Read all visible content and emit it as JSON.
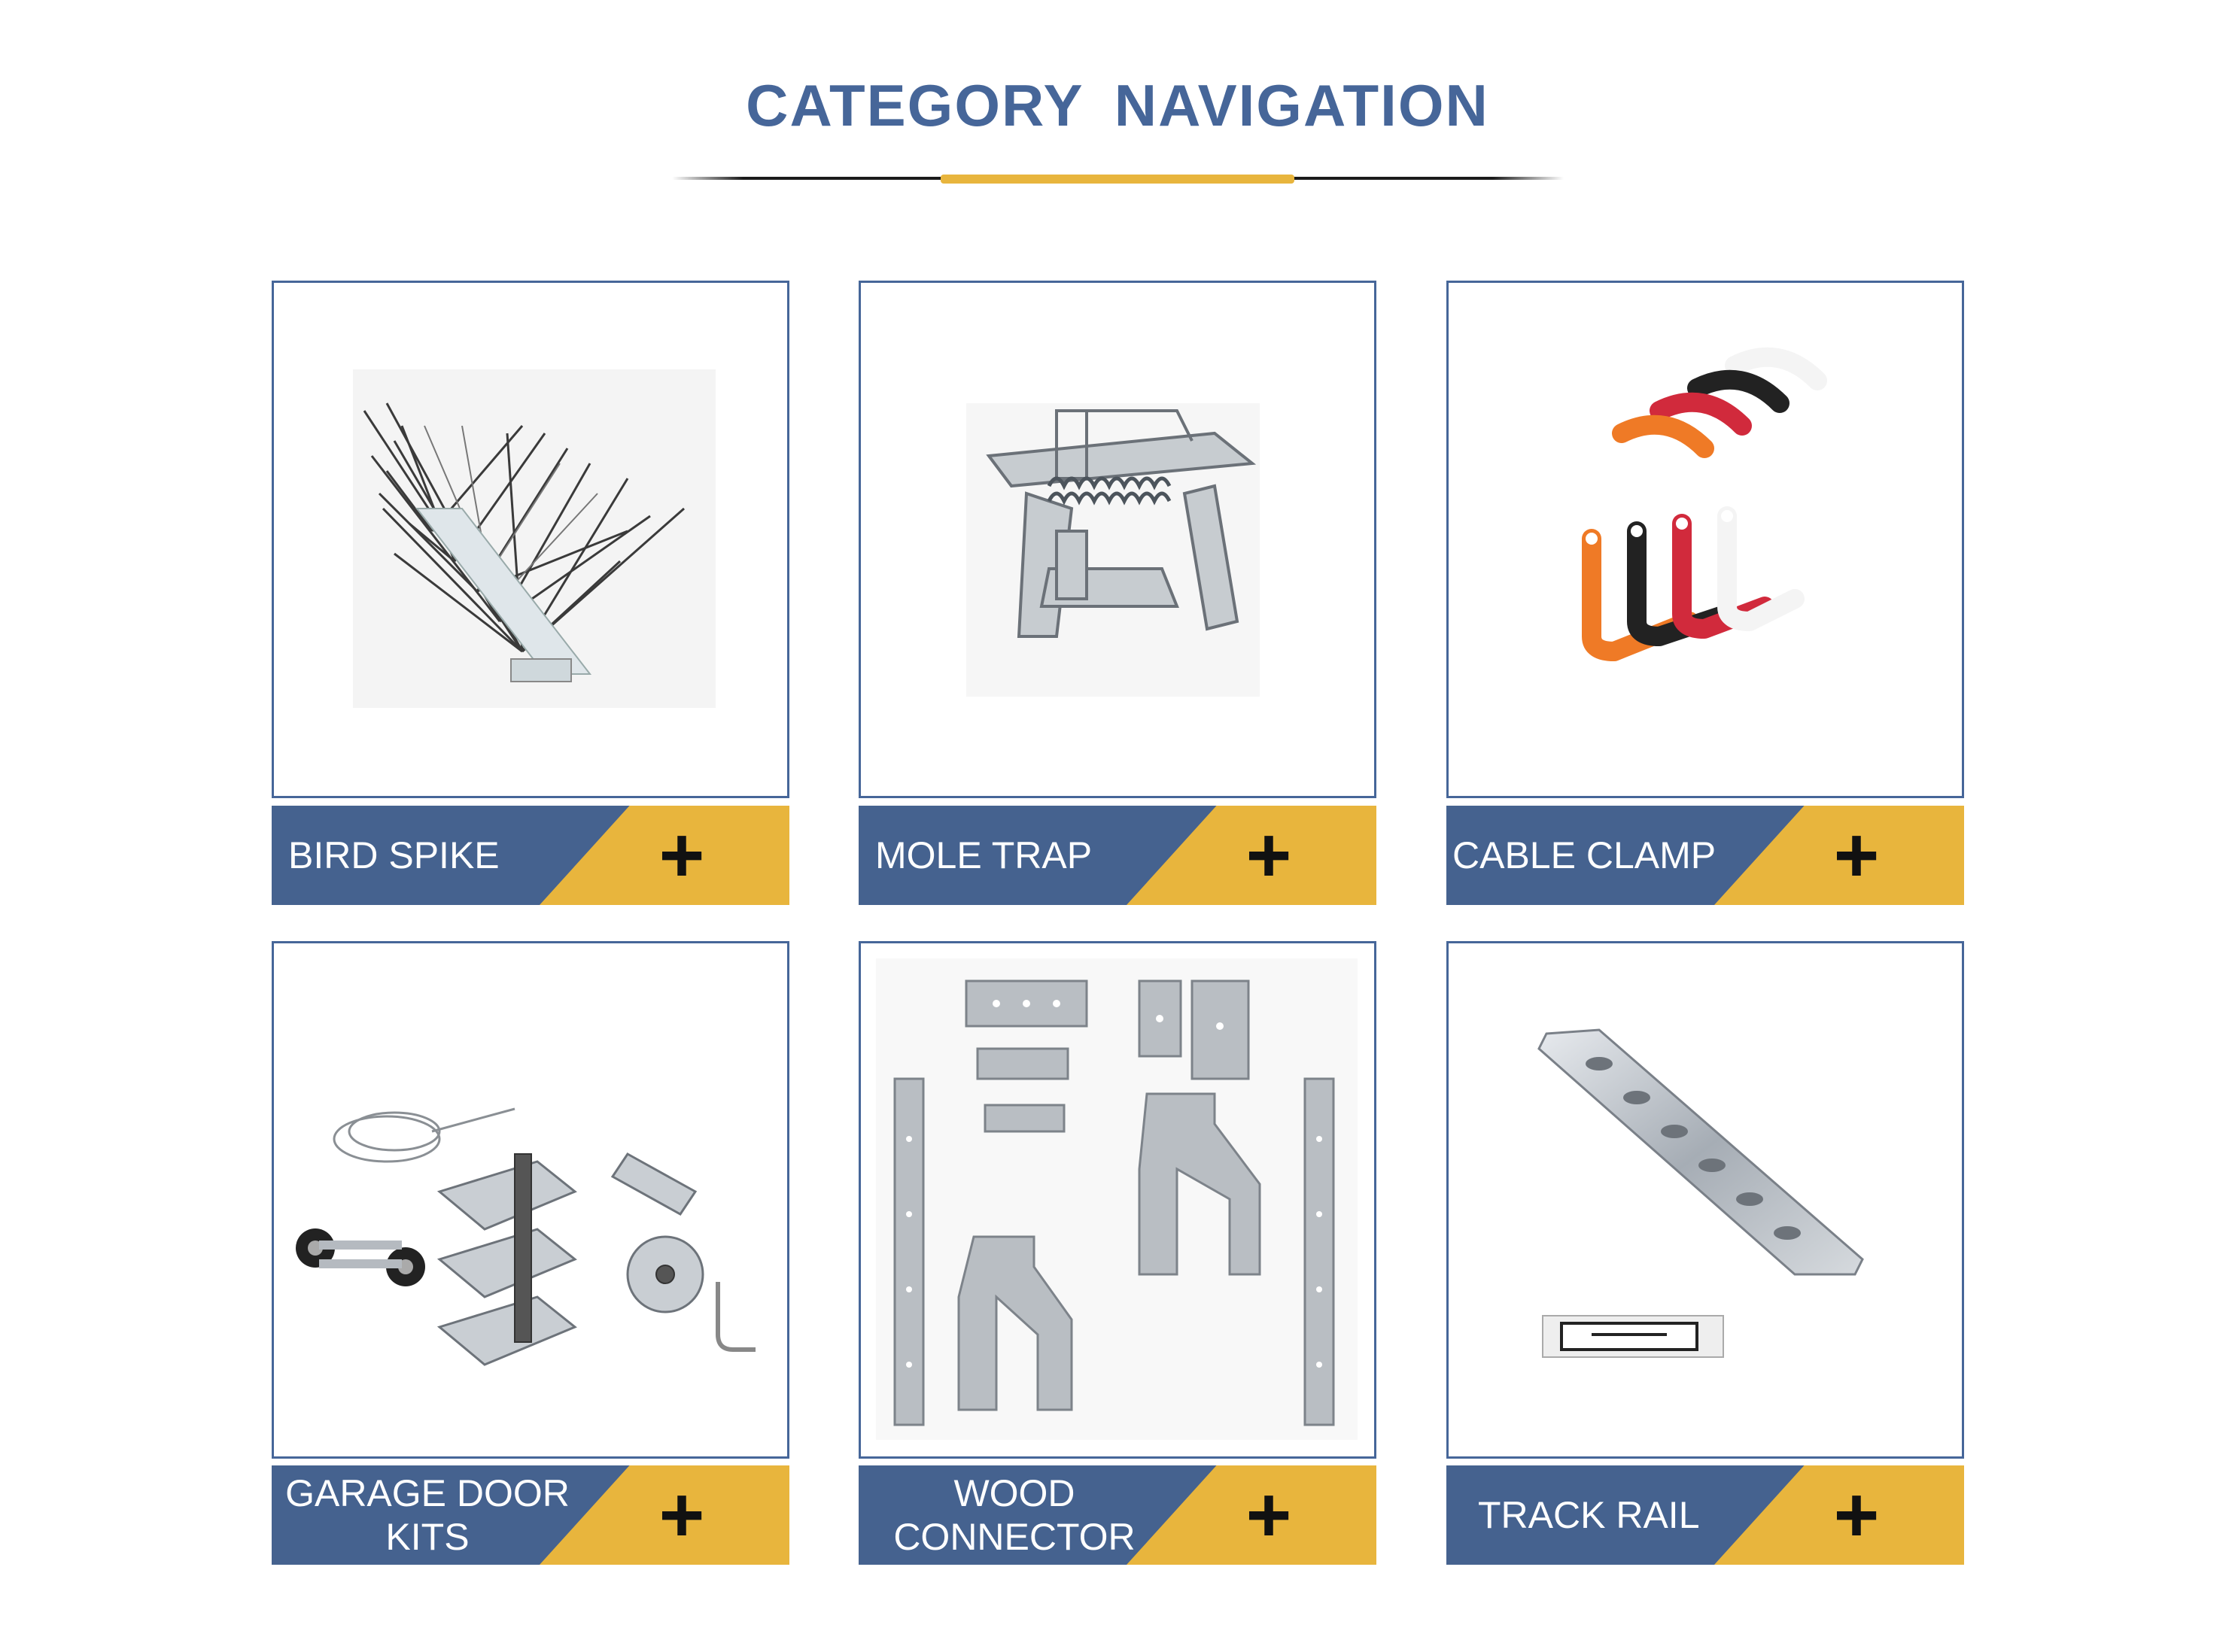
{
  "header": {
    "title": "CATEGORY  NAVIGATION"
  },
  "categories": [
    {
      "label": "BIRD SPIKE",
      "plus": "+",
      "image": "bird-spike"
    },
    {
      "label": "MOLE TRAP",
      "plus": "+",
      "image": "mole-trap"
    },
    {
      "label": "CABLE CLAMP",
      "plus": "+",
      "image": "cable-clamp"
    },
    {
      "label": "GARAGE DOOR KITS",
      "plus": "+",
      "image": "garage-door-kits"
    },
    {
      "label": "WOOD CONNECTOR",
      "plus": "+",
      "image": "wood-connector"
    },
    {
      "label": "TRACK RAIL",
      "plus": "+",
      "image": "track-rail"
    }
  ],
  "colors": {
    "blue": "#45628f",
    "gold": "#e8b53d",
    "title": "#466699",
    "plus": "#111111"
  }
}
